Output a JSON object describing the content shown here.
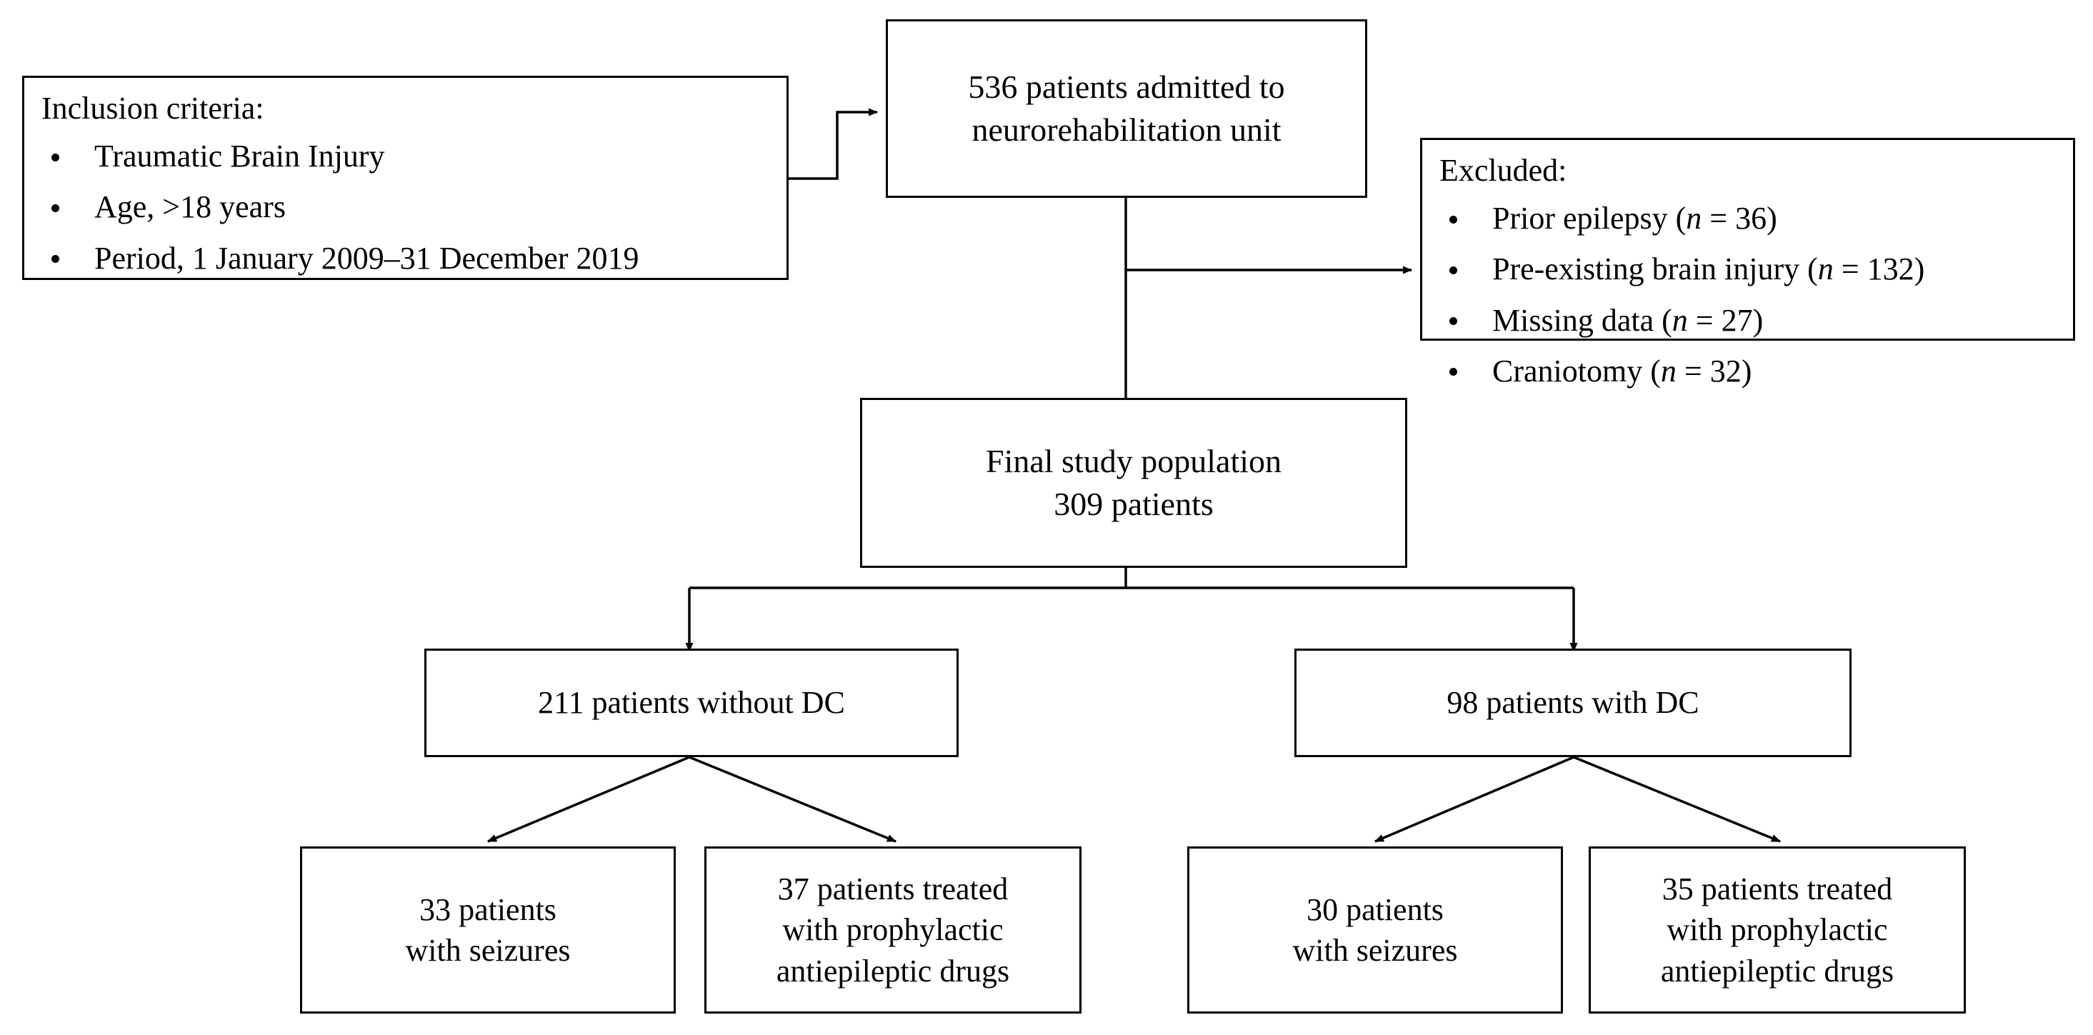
{
  "diagram": {
    "title": "Study patient flow diagram",
    "type": "flowchart",
    "background_color": "#ffffff",
    "line_color": "#000000"
  },
  "inclusion": {
    "title": "Inclusion criteria:",
    "items": [
      "Traumatic Brain Injury",
      "Age, >18 years",
      "Period, 1 January 2009–31 December 2019"
    ]
  },
  "admitted": {
    "line1": "536 patients admitted to",
    "line2": "neurorehabilitation unit",
    "count": 536
  },
  "excluded": {
    "title": "Excluded:",
    "items": [
      {
        "label": "Prior epilepsy",
        "n_prefix": "(",
        "n_var": "n",
        "n_eq": " = ",
        "n_value": "36",
        "n_suffix": ")"
      },
      {
        "label": "Pre-existing brain injury",
        "n_prefix": "(",
        "n_var": "n",
        "n_eq": " = ",
        "n_value": "132",
        "n_suffix": ")"
      },
      {
        "label": "Missing data",
        "n_prefix": "(",
        "n_var": "n",
        "n_eq": " = ",
        "n_value": "27",
        "n_suffix": ")"
      },
      {
        "label": "Craniotomy",
        "n_prefix": "(",
        "n_var": "n",
        "n_eq": " = ",
        "n_value": "32",
        "n_suffix": ")"
      }
    ]
  },
  "final_population": {
    "line1": "Final study population",
    "line2": "309 patients",
    "count": 309
  },
  "without_dc": {
    "line1": "211 patients without DC",
    "count": 211
  },
  "with_dc": {
    "line1": "98 patients with DC",
    "count": 98
  },
  "without_dc_seizures": {
    "line1": "33 patients",
    "line2": "with seizures",
    "count": 33
  },
  "without_dc_aed": {
    "line1": "37 patients treated",
    "line2": "with prophylactic",
    "line3": "antiepileptic drugs",
    "count": 37
  },
  "with_dc_seizures": {
    "line1": "30 patients",
    "line2": "with seizures",
    "count": 30
  },
  "with_dc_aed": {
    "line1": "35 patients treated",
    "line2": "with prophylactic",
    "line3": "antiepileptic drugs",
    "count": 35
  }
}
